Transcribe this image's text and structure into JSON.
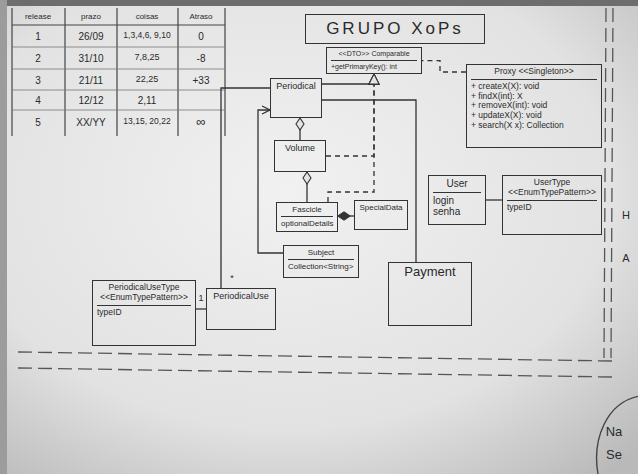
{
  "diagram": {
    "title": "GRUPO XoPs",
    "nodes": [
      {
        "text": [
          "<<DTO>> Comparable",
          "+getPrimaryKey(): int"
        ]
      },
      {
        "text": [
          "Proxy <<Singleton>>",
          "+ createX(X): void",
          "+ findX(int): X",
          "+ removeX(int): void",
          "+ updateX(X): void",
          "+ search(X x): Collection"
        ]
      },
      {
        "text": [
          "Periodical"
        ]
      },
      {
        "text": [
          "Volume"
        ]
      },
      {
        "text": [
          "Fascicle",
          "optionalDetails"
        ]
      },
      {
        "text": [
          "SpecialData"
        ]
      },
      {
        "text": [
          "User",
          "login senha"
        ]
      },
      {
        "text": [
          "UserType <<EnumTypePattern>>",
          "typeID"
        ]
      },
      {
        "text": [
          "Subject",
          "Collection<String>"
        ]
      },
      {
        "text": [
          "Payment"
        ]
      },
      {
        "text": [
          "PeriodicalUseType <<EnumTypePattern>>",
          "typeID"
        ]
      },
      {
        "text": [
          "PeriodicalUse"
        ]
      }
    ],
    "edges": [
      {
        "from": 2,
        "to": 0,
        "arrow": "to"
      },
      {
        "from": 3,
        "to": 0,
        "arrow": "to"
      },
      {
        "from": 4,
        "to": 0,
        "arrow": "to"
      },
      {
        "from": 1,
        "to": 0,
        "arrow": "none"
      },
      {
        "from": 3,
        "to": 2,
        "arrow": "to"
      },
      {
        "from": 4,
        "to": 3,
        "arrow": "to"
      },
      {
        "from": 5,
        "to": 4,
        "arrow": "to"
      },
      {
        "from": 8,
        "to": 2,
        "arrow": "to"
      },
      {
        "from": 11,
        "to": 2,
        "arrow": "none"
      },
      {
        "from": 10,
        "to": 11,
        "arrow": "none"
      },
      {
        "from": 9,
        "to": 2,
        "arrow": "none"
      },
      {
        "from": 6,
        "to": 7,
        "arrow": "none"
      }
    ],
    "labels": [
      "release",
      "prazo",
      "coisas",
      "Atraso",
      "1",
      "26/09",
      "1,3,4,6, 9,10",
      "0",
      "2",
      "31/10",
      "7,8,25",
      "-8",
      "3",
      "21/11",
      "22,25",
      "+33",
      "4",
      "12/12",
      "2,11",
      "5",
      "XX/YY",
      "13,15, 20,22",
      "∞",
      "H",
      "A",
      "Na",
      "Se",
      "*",
      "1"
    ]
  }
}
